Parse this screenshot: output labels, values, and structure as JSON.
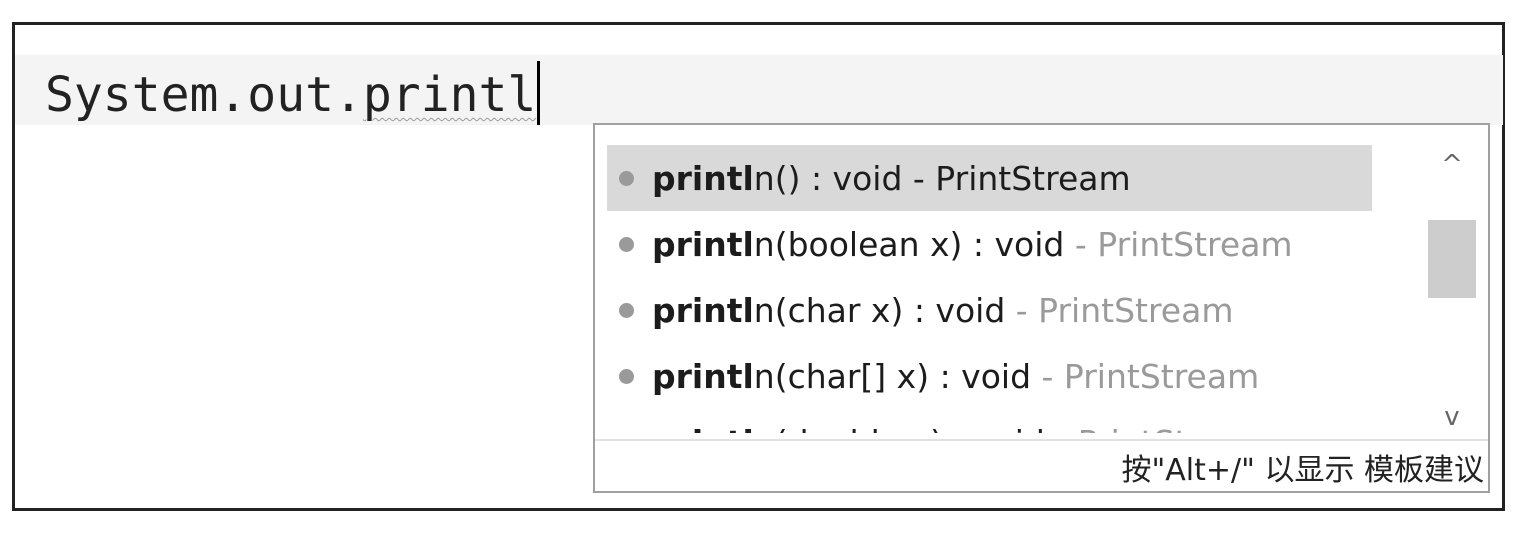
{
  "editor": {
    "code_prefix": "System.out.",
    "code_typed": "printl"
  },
  "autocomplete": {
    "items": [
      {
        "match": "printl",
        "rest": "n() : void",
        "qualifier": "- PrintStream"
      },
      {
        "match": "printl",
        "rest": "n(boolean x) : void",
        "qualifier": "- PrintStream"
      },
      {
        "match": "printl",
        "rest": "n(char x) : void",
        "qualifier": "- PrintStream"
      },
      {
        "match": "printl",
        "rest": "n(char[] x) : void",
        "qualifier": "- PrintStream"
      },
      {
        "match": "printl",
        "rest": "n(double x) : void",
        "qualifier": "- PrintStream"
      }
    ],
    "selected_index": 0,
    "scroll_up_glyph": "^",
    "scroll_down_glyph": "v",
    "hint": "按\"Alt+/\" 以显示 模板建议"
  },
  "colors": {
    "selected_row": "#d9d9d9",
    "qualifier_text": "#9a9a9a",
    "bullet": "#9a9a9a"
  }
}
